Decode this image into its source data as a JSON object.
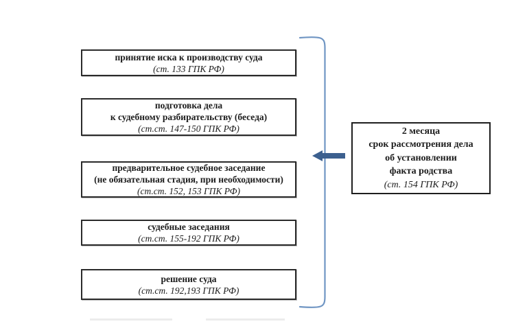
{
  "diagram": {
    "left_boxes": [
      {
        "lines": [
          "принятие иска к производству суда"
        ],
        "ref": "(ст. 133 ГПК РФ)"
      },
      {
        "lines": [
          "подготовка дела",
          "к судебному разбирательству (беседа)"
        ],
        "ref": "(ст.ст. 147-150 ГПК РФ)"
      },
      {
        "lines": [
          "предварительное судебное заседание",
          "(не обязательная стадия, при необходимости)"
        ],
        "ref": "(ст.ст. 152, 153 ГПК РФ)"
      },
      {
        "lines": [
          "судебные заседания"
        ],
        "ref": "(ст.ст. 155-192 ГПК РФ)"
      },
      {
        "lines": [
          "решение суда"
        ],
        "ref": "(ст.ст. 192,193 ГПК РФ)"
      }
    ],
    "right_box": {
      "lines": [
        "2 месяца",
        "срок рассмотрения дела",
        "об установлении",
        "факта родства"
      ],
      "ref": "(ст. 154 ГПК РФ)"
    },
    "colors": {
      "bracket": "#6f95c3",
      "arrow": "#3c608f",
      "box_border": "#2a2a2a",
      "text": "#1c1c1c",
      "background": "#ffffff"
    }
  }
}
